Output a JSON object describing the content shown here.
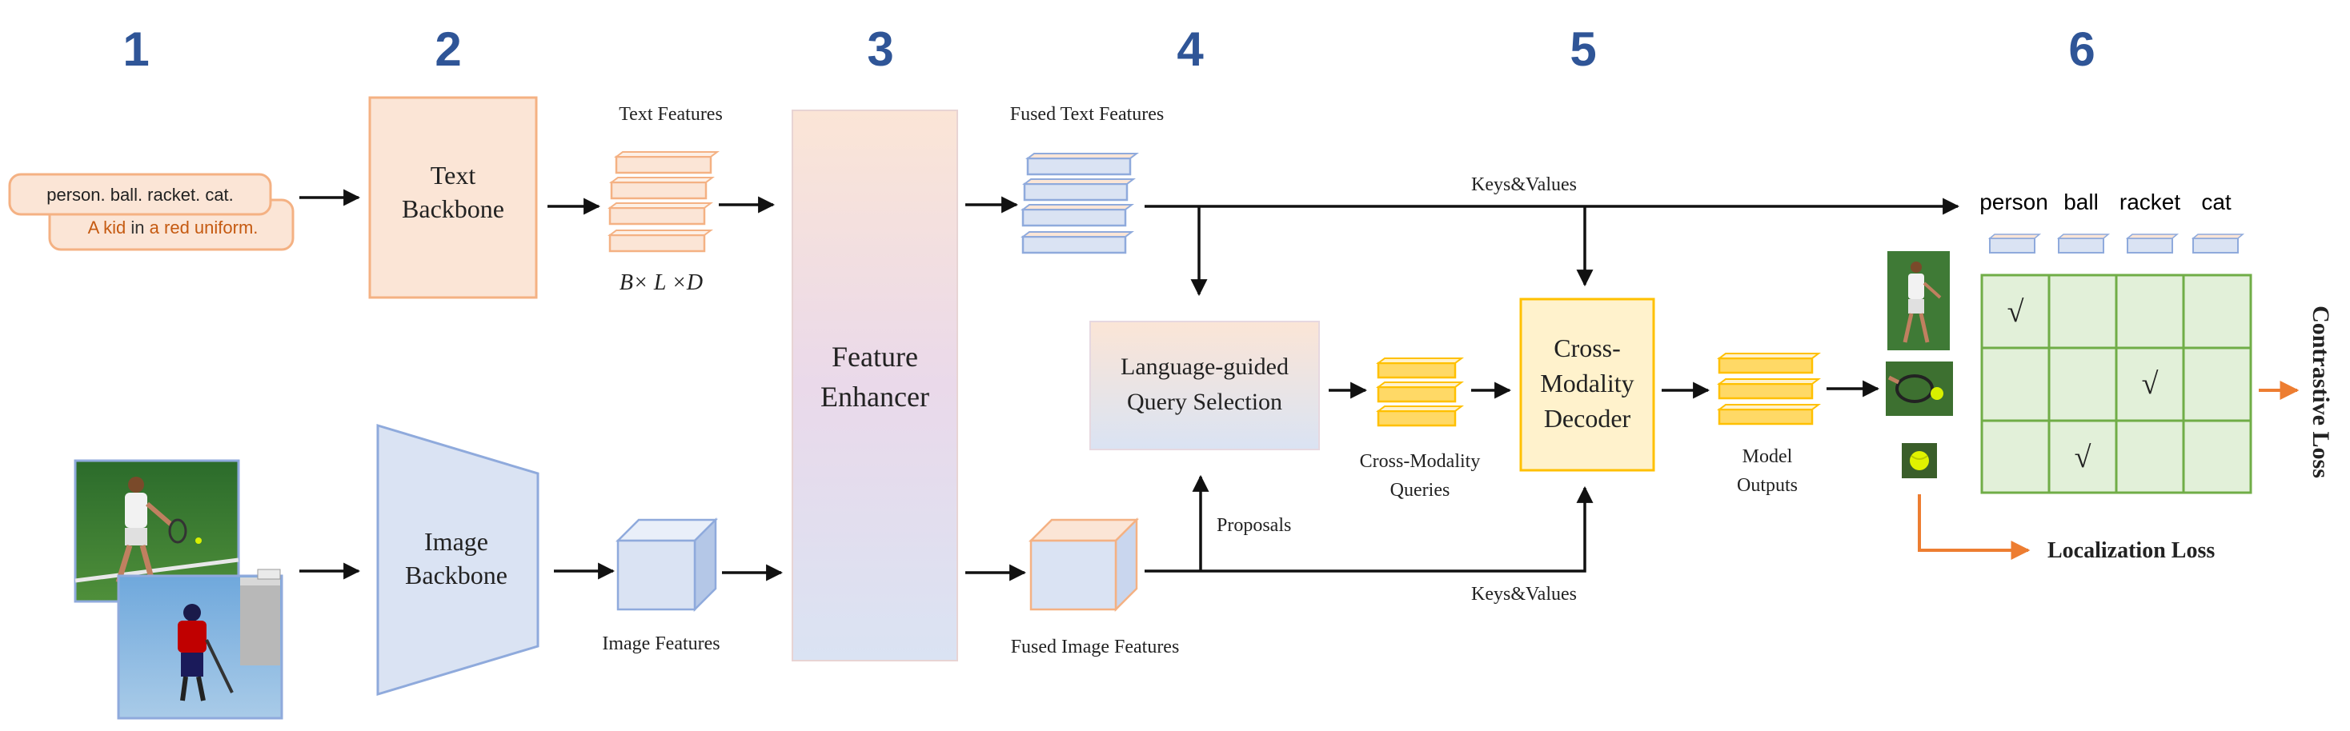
{
  "stages": [
    "1",
    "2",
    "3",
    "4",
    "5",
    "6"
  ],
  "input_text": {
    "line1": "person. ball. racket. cat.",
    "line2_parts": [
      "A kid",
      " in ",
      "a red uniform."
    ]
  },
  "text_backbone": {
    "line1": "Text",
    "line2": "Backbone"
  },
  "image_backbone": {
    "line1": "Image",
    "line2": "Backbone"
  },
  "text_features": {
    "label": "Text Features",
    "dims": "B×  L  ×D"
  },
  "image_features": {
    "label": "Image Features"
  },
  "feature_enhancer": {
    "line1": "Feature",
    "line2": "Enhancer"
  },
  "fused_text_features": {
    "label": "Fused Text Features"
  },
  "fused_image_features": {
    "label": "Fused Image Features"
  },
  "query_selection": {
    "line1": "Language-guided",
    "line2": "Query Selection"
  },
  "proposals": {
    "label": "Proposals"
  },
  "cross_modality_queries": {
    "line1": "Cross-Modality",
    "line2": "Queries"
  },
  "decoder": {
    "line1": "Cross-",
    "line2": "Modality",
    "line3": "Decoder"
  },
  "keys_values_top": "Keys&Values",
  "keys_values_bottom": "Keys&Values",
  "model_outputs": {
    "line1": "Model",
    "line2": "Outputs"
  },
  "categories": [
    "person",
    "ball",
    "racket",
    "cat"
  ],
  "checks": [
    {
      "row": 0,
      "col": 0,
      "mark": "√"
    },
    {
      "row": 1,
      "col": 2,
      "mark": "√"
    },
    {
      "row": 2,
      "col": 1,
      "mark": "√"
    }
  ],
  "contrastive_loss": "Contrastive Loss",
  "localization_loss": "Localization Loss",
  "colors": {
    "stage_blue": "#2f5597",
    "text_orange": "#c55a11",
    "orange_border": "#f4b183",
    "orange_fill": "#fbe5d6",
    "blue_border": "#8faadc",
    "blue_fill": "#dae3f3",
    "yellow_border": "#ffc000",
    "yellow_fill": "#fff2cc",
    "green_border": "#70ad47",
    "green_fill": "#e2f0d9",
    "loss_arrow": "#ed7d31"
  }
}
